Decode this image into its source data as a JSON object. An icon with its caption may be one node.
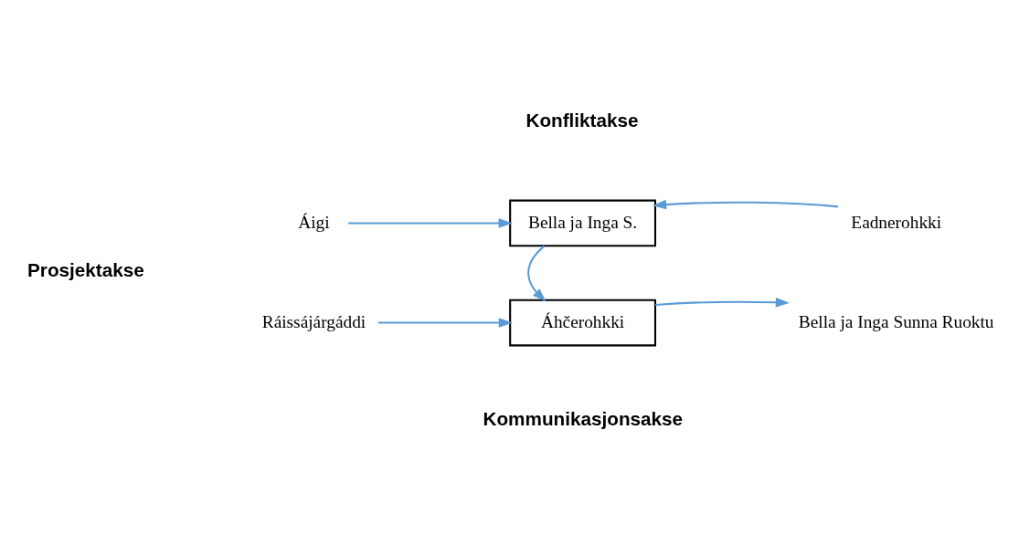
{
  "diagram": {
    "nodes": [
      {
        "text": [
          "Ráissájárgáddi"
        ]
      },
      {
        "text": [
          "Áhčerohkki"
        ]
      },
      {
        "text": [
          "Bella ja Inga Sunna Ruoktu"
        ]
      },
      {
        "text": [
          "Áigi"
        ]
      },
      {
        "text": [
          "Bella ja Inga S."
        ]
      },
      {
        "text": [
          "Eadnerohkki"
        ]
      }
    ],
    "edges": [
      {
        "from": 0,
        "to": 1,
        "arrow": "to"
      },
      {
        "from": 1,
        "to": 2,
        "arrow": "to"
      },
      {
        "from": 4,
        "to": 1,
        "arrow": "to"
      },
      {
        "from": 3,
        "to": 4,
        "arrow": "to"
      },
      {
        "from": 5,
        "to": 4,
        "arrow": "to"
      }
    ],
    "labels": [
      "Kommunikasjonsakse",
      "Prosjektakse",
      "Konfliktakse"
    ]
  }
}
